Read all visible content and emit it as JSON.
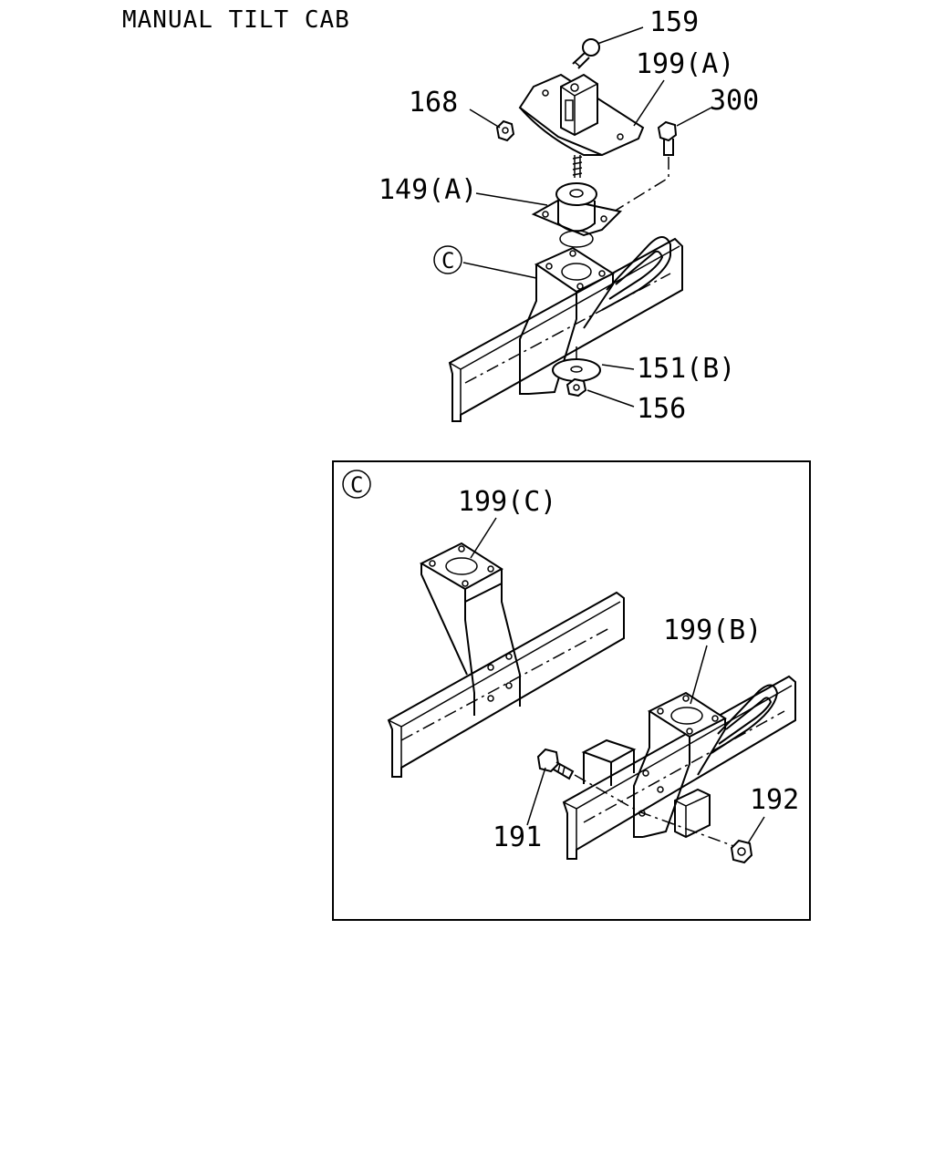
{
  "title": "MANUAL TILT CAB",
  "labels": {
    "p159": "159",
    "p199a": "199(A)",
    "p168": "168",
    "p300": "300",
    "p149a": "149(A)",
    "ref_c": "C",
    "p151b": "151(B)",
    "p156": "156",
    "inset_c": "C",
    "p199c": "199(C)",
    "p199b": "199(B)",
    "p191": "191",
    "p192": "192"
  }
}
